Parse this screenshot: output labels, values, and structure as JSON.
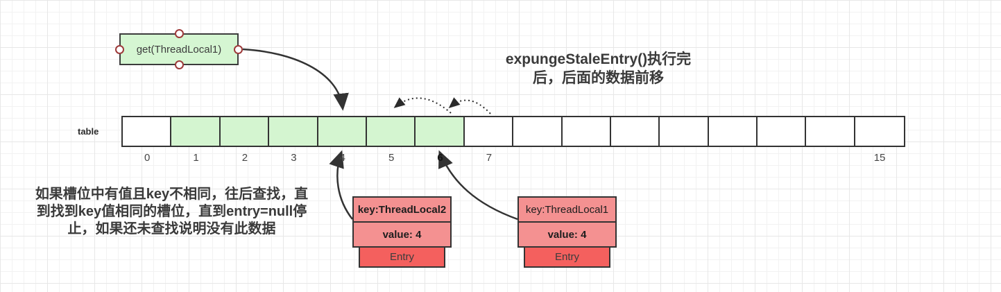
{
  "diagram": {
    "get_box": {
      "label": "get(ThreadLocal1)"
    },
    "headline": {
      "line1": "expungeStaleEntry()执行完",
      "line2": "后，后面的数据前移"
    },
    "note": {
      "lines": [
        "如果槽位中有值且key不相同，往后查找，直",
        "到找到key值相同的槽位，直到entry=null停",
        "止，如果还未查找说明没有此数据"
      ]
    },
    "table": {
      "label": "table",
      "cells": [
        {
          "label": "0",
          "highlighted": false,
          "bold": false
        },
        {
          "label": "1",
          "highlighted": true,
          "bold": false
        },
        {
          "label": "2",
          "highlighted": true,
          "bold": false
        },
        {
          "label": "3",
          "highlighted": true,
          "bold": false
        },
        {
          "label": "4",
          "highlighted": true,
          "bold": false
        },
        {
          "label": "5",
          "highlighted": true,
          "bold": false
        },
        {
          "label": "6",
          "highlighted": true,
          "bold": true
        },
        {
          "label": "7",
          "highlighted": false,
          "bold": false
        },
        {
          "label": "",
          "highlighted": false,
          "bold": false
        },
        {
          "label": "",
          "highlighted": false,
          "bold": false
        },
        {
          "label": "",
          "highlighted": false,
          "bold": false
        },
        {
          "label": "",
          "highlighted": false,
          "bold": false
        },
        {
          "label": "",
          "highlighted": false,
          "bold": false
        },
        {
          "label": "",
          "highlighted": false,
          "bold": false
        },
        {
          "label": "",
          "highlighted": false,
          "bold": false
        },
        {
          "label": "15",
          "highlighted": false,
          "bold": false
        }
      ]
    },
    "entries": [
      {
        "key": "key:ThreadLocal2",
        "value": "value: 4",
        "tag": "Entry",
        "points_to_index": "4"
      },
      {
        "key": "key:ThreadLocal1",
        "value": "value: 4",
        "tag": "Entry",
        "points_to_index": "6"
      }
    ],
    "colors": {
      "green_fill": "#d4f5d0",
      "coral_fill": "#f49191",
      "red_fill": "#f4605e",
      "shape_border": "#333333",
      "connection_point": "#9e3a3a",
      "text": "#3a3a3a"
    }
  }
}
